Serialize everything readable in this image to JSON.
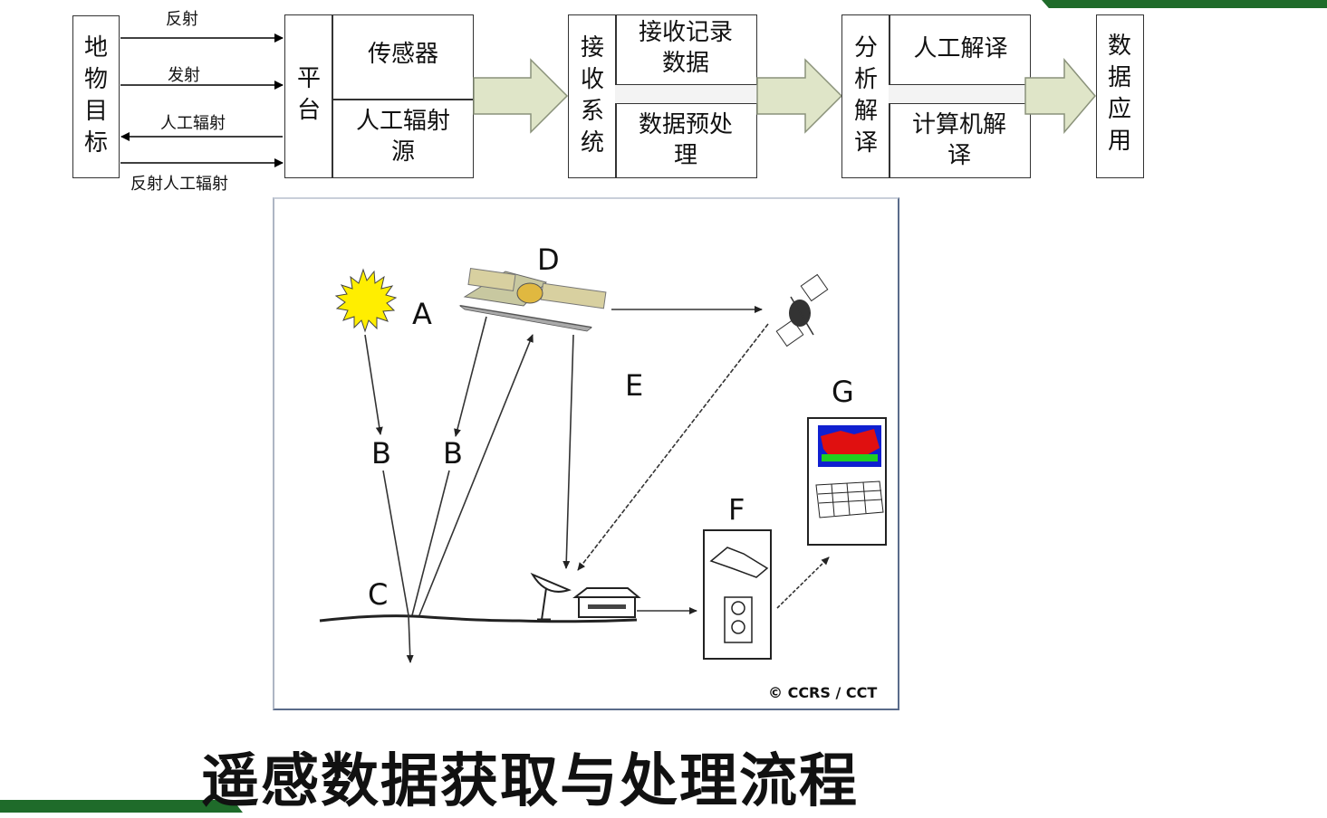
{
  "flow": {
    "object_label": "地物目标",
    "arrows": {
      "reflect": "反射",
      "emit": "发射",
      "artificial": "人工辐射",
      "reflect_artificial": "反射人工辐射"
    },
    "platform_label": "平台",
    "sensor_label": "传感器",
    "artificial_source_label": "人工辐射源",
    "receive_system_label": "接收系统",
    "receive_record_label": "接收记录数据",
    "preprocess_label": "数据预处理",
    "analysis_label": "分析解译",
    "manual_interp_label": "人工解译",
    "computer_interp_label": "计算机解译",
    "application_label": "数据应用"
  },
  "illustration": {
    "letters": {
      "a": "A",
      "b1": "B",
      "b2": "B",
      "c": "C",
      "d": "D",
      "e": "E",
      "f": "F",
      "g": "G"
    },
    "copyright": "© CCRS / CCT"
  },
  "title": "遥感数据获取与处理流程",
  "colors": {
    "accent_green": "#1f6b2a",
    "block_arrow_fill": "#dfe5c8",
    "block_arrow_stroke": "#8a927a"
  }
}
